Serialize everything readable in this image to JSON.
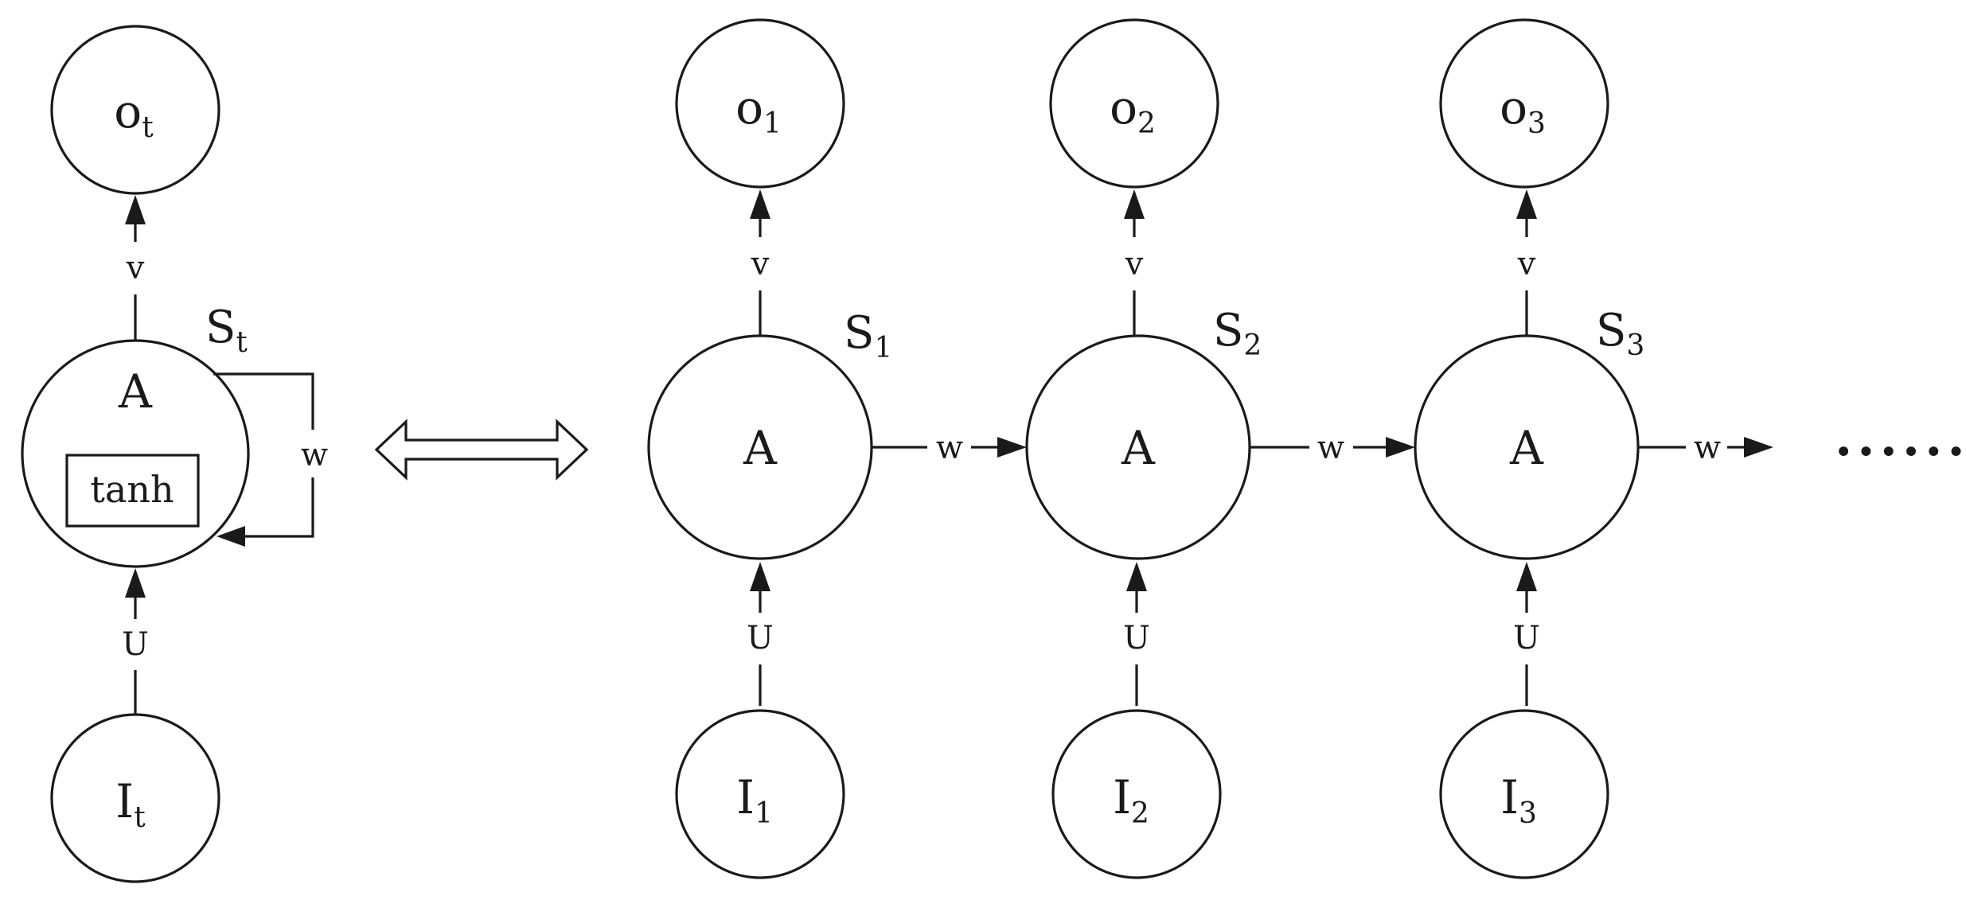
{
  "folded": {
    "output": {
      "base": "o",
      "sub": "t"
    },
    "input": {
      "base": "I",
      "sub": "t"
    },
    "cell": {
      "label": "A",
      "activation": "tanh"
    },
    "state": {
      "base": "S",
      "sub": "t"
    },
    "weights": {
      "v": "v",
      "u": "U",
      "w": "w"
    }
  },
  "unrolled": [
    {
      "output": {
        "base": "o",
        "sub": "1"
      },
      "input": {
        "base": "I",
        "sub": "1"
      },
      "cell": "A",
      "state": {
        "base": "S",
        "sub": "1"
      },
      "v": "v",
      "u": "U",
      "w": "w"
    },
    {
      "output": {
        "base": "o",
        "sub": "2"
      },
      "input": {
        "base": "I",
        "sub": "2"
      },
      "cell": "A",
      "state": {
        "base": "S",
        "sub": "2"
      },
      "v": "v",
      "u": "U",
      "w": "w"
    },
    {
      "output": {
        "base": "o",
        "sub": "3"
      },
      "input": {
        "base": "I",
        "sub": "3"
      },
      "cell": "A",
      "state": {
        "base": "S",
        "sub": "3"
      },
      "v": "v",
      "u": "U",
      "w": "w"
    }
  ],
  "continuation": "......"
}
